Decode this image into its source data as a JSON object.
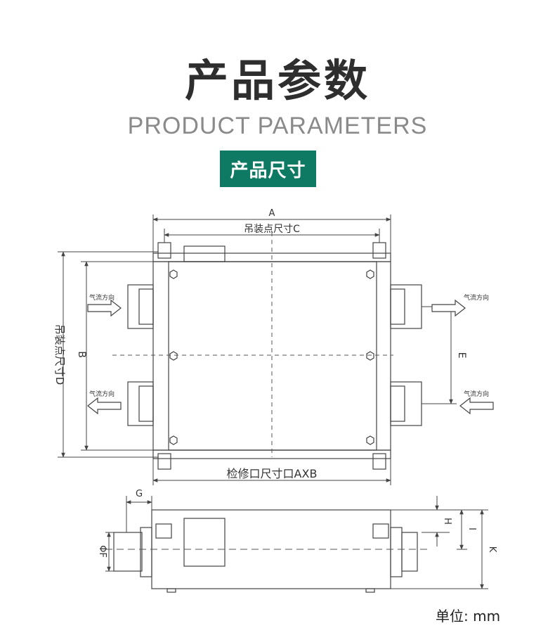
{
  "header": {
    "title_cn": "产品参数",
    "title_en": "PRODUCT PARAMETERS",
    "badge": "产品尺寸"
  },
  "top_view": {
    "dim_a": "A",
    "dim_c": "吊装点尺寸C",
    "dim_b": "B",
    "dim_d": "吊装点尺寸D",
    "dim_e": "E",
    "service_opening": "检修口尺寸口AXB",
    "airflow_label": "气流方向"
  },
  "side_view": {
    "dim_g": "G",
    "dim_f": "ΦF",
    "dim_h": "H",
    "dim_i": "I",
    "dim_k": "K"
  },
  "footer": {
    "unit_label": "单位:",
    "unit_value": "mm"
  },
  "colors": {
    "accent": "#0f7a63",
    "line": "#444444"
  }
}
